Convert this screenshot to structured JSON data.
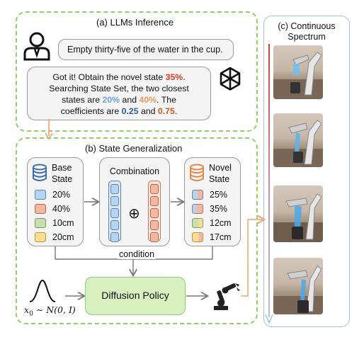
{
  "panel_a": {
    "title": "(a) LLMs Inference",
    "user_prompt": "Empty thirty-five of the water in the cup.",
    "reply_line1_prefix": "Got it! Obtain the novel state ",
    "novel_pct": "35%",
    "reply_line1_suffix": ".",
    "reply_line2": "Searching State Set, the two closest",
    "reply_line3_prefix": "states are ",
    "closest_low": "20%",
    "reply_line3_mid": " and ",
    "closest_high": "40%",
    "reply_line3_suffix": ". The",
    "reply_line4_prefix": "coefficients are ",
    "coef_a": "0.25",
    "reply_line4_mid": " and ",
    "coef_b": "0.75",
    "reply_line4_suffix": "."
  },
  "panel_b": {
    "title": "(b) State Generalization",
    "base_state_title_1": "Base",
    "base_state_title_2": "State",
    "base_states": [
      "20%",
      "40%",
      "10cm",
      "20cm"
    ],
    "combination_title": "Combination",
    "combine_operator": "⊕",
    "novel_state_title_1": "Novel",
    "novel_state_title_2": "State",
    "novel_states": [
      "25%",
      "35%",
      "12cm",
      "17cm"
    ],
    "condition_label": "condition",
    "policy_label": "Diffusion Policy",
    "noise_x": "x",
    "noise_sub": "0",
    "noise_dist": "∼ N(0, I)"
  },
  "panel_c": {
    "title_1": "(c) Continuous",
    "title_2": "Spectrum"
  },
  "colors": {
    "panel_border": "#8fcf6e",
    "accent_red": "#e03a2c",
    "accent_blue": "#6aa5dc",
    "accent_orange": "#e89a5a",
    "coef_blue": "#2f5f9e",
    "coef_orange": "#c85a1a",
    "policy_fill": "#d8efc0",
    "arrow_orange": "#f0a070"
  },
  "icons": [
    "user-icon",
    "openai-icon",
    "database-icon",
    "bell-curve-icon",
    "robot-arm-icon"
  ]
}
